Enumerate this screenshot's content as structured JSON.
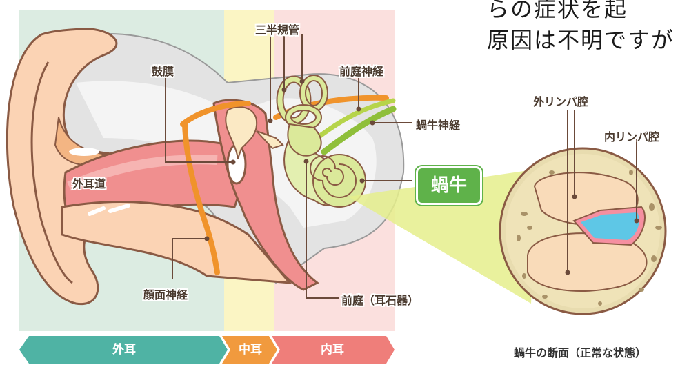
{
  "paragraph": {
    "line1": "らの症状を起",
    "line2": "原因は不明ですが"
  },
  "labels": {
    "sanhankikan": "三半規管",
    "komaku": "鼓膜",
    "zentei_shinkei": "前庭神経",
    "kagyu_shinkei": "蝸牛神経",
    "gaijido": "外耳道",
    "ganmen_shinkei": "顔面神経",
    "zentei": "前庭（耳石器）",
    "kagyu": "蝸牛",
    "gai_rinpa": "外リンパ腔",
    "nai_rinpa": "内リンパ腔"
  },
  "sections": {
    "outer": "外耳",
    "middle": "中耳",
    "inner": "内耳"
  },
  "caption": "蝸牛の断面（正常な状態）",
  "colors": {
    "outer_bg": "#dcece2",
    "middle_bg": "#fbf5c4",
    "inner_bg": "#fbe0de",
    "outer_band": "#4fb3a4",
    "middle_band": "#f19a3e",
    "inner_band": "#ef7e7a",
    "cochlea_green": "#5fb24a",
    "nerve_orange": "#f0932b",
    "label_line": "#6b4a3a"
  }
}
